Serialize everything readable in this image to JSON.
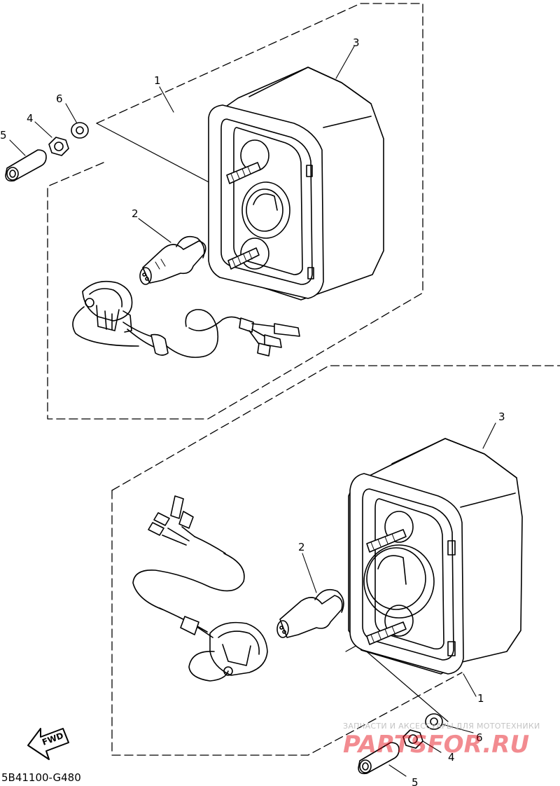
{
  "callouts": {
    "top": {
      "assembly": "1",
      "bulb": "2",
      "lens_housing": "3",
      "nut": "4",
      "collar": "5",
      "washer": "6"
    },
    "bottom": {
      "assembly": "1",
      "bulb": "2",
      "lens_housing": "3",
      "nut": "4",
      "collar": "5",
      "washer": "6"
    }
  },
  "fwd_label": "FWD",
  "diagram_code": "5B41100-G480",
  "watermark": {
    "tagline": "ЗАПЧАСТИ И АКСЕССУАРЫ ДЛЯ МОТОТЕХНИКИ",
    "logo": "PARTSFOR.RU",
    "colors": {
      "red": "#e30613",
      "grey": "#bdbdbd"
    }
  }
}
